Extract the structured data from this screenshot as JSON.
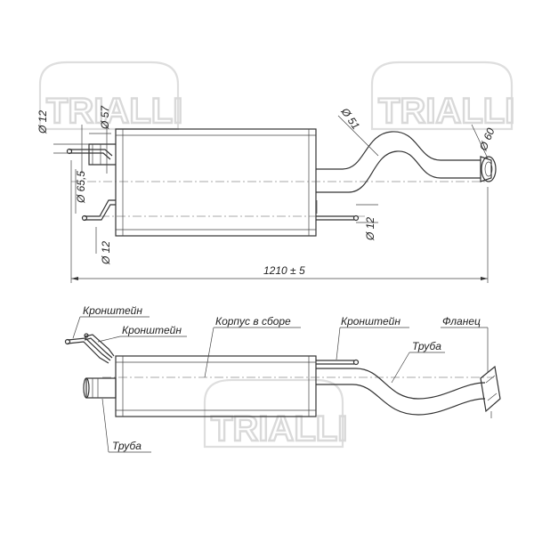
{
  "watermark": {
    "brand": "TRIALLI"
  },
  "dimensions": {
    "d12_top": "Ø 12",
    "d57": "Ø 57",
    "d65_5": "Ø 65,5",
    "d12_bottom": "Ø 12",
    "d51": "Ø 51",
    "d60": "Ø 60",
    "d12_right": "Ø 12",
    "length": "1210 ± 5"
  },
  "labels": {
    "bracket_top_left": "Кронштейн",
    "bracket_mid_left": "Кронштейн",
    "body_assembly": "Корпус в сборе",
    "bracket_right": "Кронштейн",
    "flange": "Фланец",
    "pipe_right": "Труба",
    "pipe_left": "Труба"
  },
  "colors": {
    "line": "#333333",
    "watermark": "#dedede"
  }
}
